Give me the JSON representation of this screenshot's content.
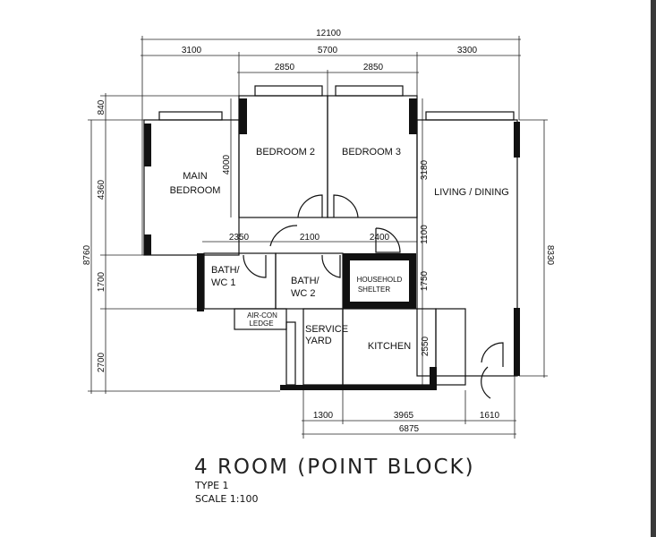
{
  "title": "4 ROOM (POINT BLOCK)",
  "type": "TYPE 1",
  "scale": "SCALE 1:100",
  "rooms": {
    "main_bedroom_1": "MAIN",
    "main_bedroom_2": "BEDROOM",
    "bedroom2": "BEDROOM 2",
    "bedroom3": "BEDROOM 3",
    "living": "LIVING / DINING",
    "bath1_1": "BATH/",
    "bath1_2": "WC 1",
    "bath2_1": "BATH/",
    "bath2_2": "WC 2",
    "shelter_1": "HOUSEHOLD",
    "shelter_2": "SHELTER",
    "aircon_1": "AIR-CON",
    "aircon_2": "LEDGE",
    "service_1": "SERVICE",
    "service_2": "YARD",
    "kitchen": "KITCHEN"
  },
  "dimensions": {
    "total_width": "12100",
    "top_left": "3100",
    "top_mid": "5700",
    "top_right": "3300",
    "bed2_width": "2850",
    "bed3_width": "2850",
    "left_840": "840",
    "left_4360": "4360",
    "left_8760": "8760",
    "left_1700": "1700",
    "left_2700": "2700",
    "bed2_depth": "4000",
    "bed3_depth": "3180",
    "bath1_width": "2350",
    "bath2_width": "2100",
    "shelter_width": "2400",
    "corridor_1100": "1100",
    "shelter_1750": "1750",
    "kitchen_2550": "2550",
    "right_8330": "8330",
    "bottom_1300": "1300",
    "bottom_3965": "3965",
    "bottom_1610": "1610",
    "bottom_total": "6875"
  }
}
